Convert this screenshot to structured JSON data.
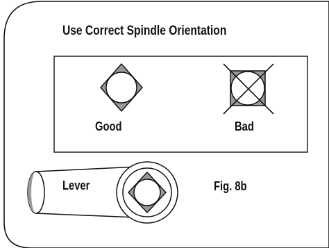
{
  "title": "Use Correct Spindle Orientation",
  "good": {
    "label": "Good"
  },
  "bad": {
    "label": "Bad"
  },
  "lever": {
    "label": "Lever"
  },
  "figure": {
    "label": "Fig. 8b"
  },
  "colors": {
    "line": "#111111",
    "shade": "#9a9a9a",
    "background": "#ffffff"
  }
}
